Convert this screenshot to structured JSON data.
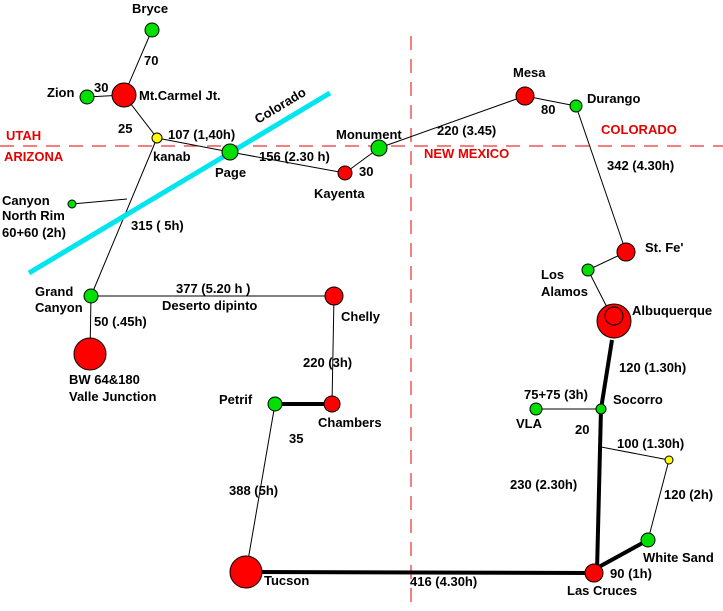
{
  "states": {
    "utah": "UTAH",
    "arizona": "ARIZONA",
    "colorado": "COLORADO",
    "new_mexico": "NEW MEXICO"
  },
  "river": "Colorado",
  "colors": {
    "major_node": "#ff0000",
    "minor_node": "#00e000",
    "junction_node": "#ffff00",
    "state_text": "#e60000",
    "border_line": "#e60000",
    "river_line": "#00e5ee"
  },
  "places": {
    "bryce": "Bryce",
    "zion": "Zion",
    "mt_carmel": "Mt.Carmel Jt.",
    "kanab": "kanab",
    "page": "Page",
    "kayenta": "Kayenta",
    "monument": "Monument",
    "mesa": "Mesa",
    "durango": "Durango",
    "st_fe": "St. Fe'",
    "los_alamos_1": "Los",
    "los_alamos_2": "Alamos",
    "albuquerque": "Albuquerque",
    "canyon_north_1": "Canyon",
    "canyon_north_2": "North Rim",
    "canyon_north_3": "60+60 (2h)",
    "grand_canyon_1": "Grand",
    "grand_canyon_2": "Canyon",
    "bw_1": "BW 64&180",
    "bw_2": "Valle Junction",
    "chelly": "Chelly",
    "chambers": "Chambers",
    "petrif": "Petrif",
    "tucson": "Tucson",
    "socorro": "Socorro",
    "vla": "VLA",
    "white_sand": "White Sand",
    "las_cruces": "Las Cruces"
  },
  "distances": {
    "bryce_mtcarmel": "70",
    "zion_mtcarmel": "30",
    "mtcarmel_kanab": "25",
    "kanab_page": "107 (1,40h)",
    "page_kayenta": "156 (2.30 h)",
    "kayenta_monument": "30",
    "monument_mesa": "220 (3.45)",
    "mesa_durango": "80",
    "durango_stfe": "342 (4.30h)",
    "kanab_grandcanyon": "315 ( 5h)",
    "grandcanyon_chelly": "377 (5.20 h )",
    "grandcanyon_chelly_note": "Deserto dipinto",
    "grandcanyon_bw": "50 (.45h)",
    "chelly_chambers": "220 (3h)",
    "petrif_chambers": "35",
    "petrif_tucson": "388 (5h)",
    "tucson_lascruces": "416 (4.30h)",
    "albuquerque_socorro": "120 (1.30h)",
    "socorro_vla": "75+75 (3h)",
    "socorro_junction": "20",
    "junction": "100 (1.30h)",
    "socorro_lascruces": "230 (2.30h)",
    "junction_whitesand": "120 (2h)",
    "whitesand_lascruces": "90 (1h)"
  }
}
